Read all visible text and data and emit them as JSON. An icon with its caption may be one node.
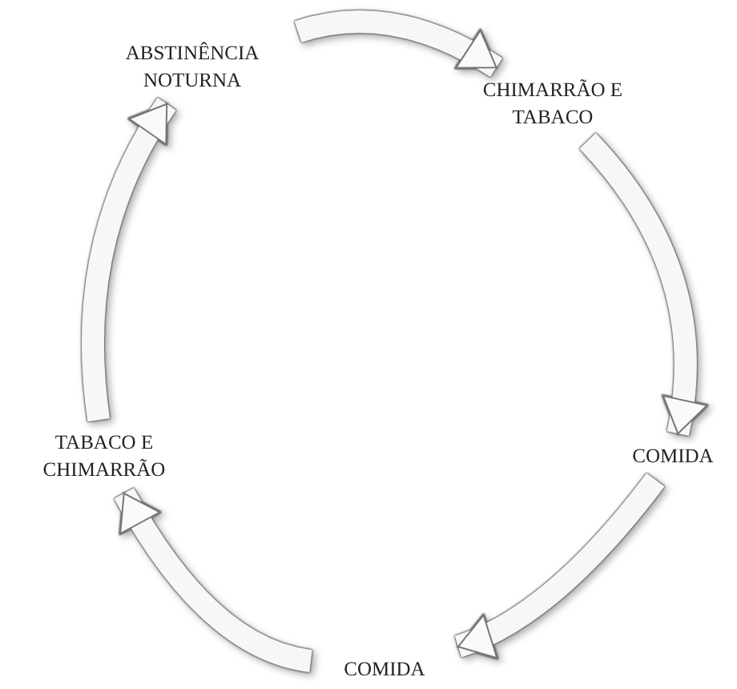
{
  "diagram": {
    "nodes": [
      {
        "text": [
          "ABSTINÊNCIA NOTURNA"
        ]
      },
      {
        "text": [
          "CHIMARRÃO E TABACO"
        ]
      },
      {
        "text": [
          "COMIDA"
        ]
      },
      {
        "text": [
          "COMIDA"
        ]
      },
      {
        "text": [
          "TABACO E CHIMARRÃO"
        ]
      }
    ],
    "edges": [
      {
        "from": 0,
        "to": 1,
        "arrow": "to"
      },
      {
        "from": 1,
        "to": 2,
        "arrow": "to"
      },
      {
        "from": 2,
        "to": 3,
        "arrow": "to"
      },
      {
        "from": 3,
        "to": 4,
        "arrow": "to"
      },
      {
        "from": 4,
        "to": 0,
        "arrow": "to"
      }
    ]
  }
}
